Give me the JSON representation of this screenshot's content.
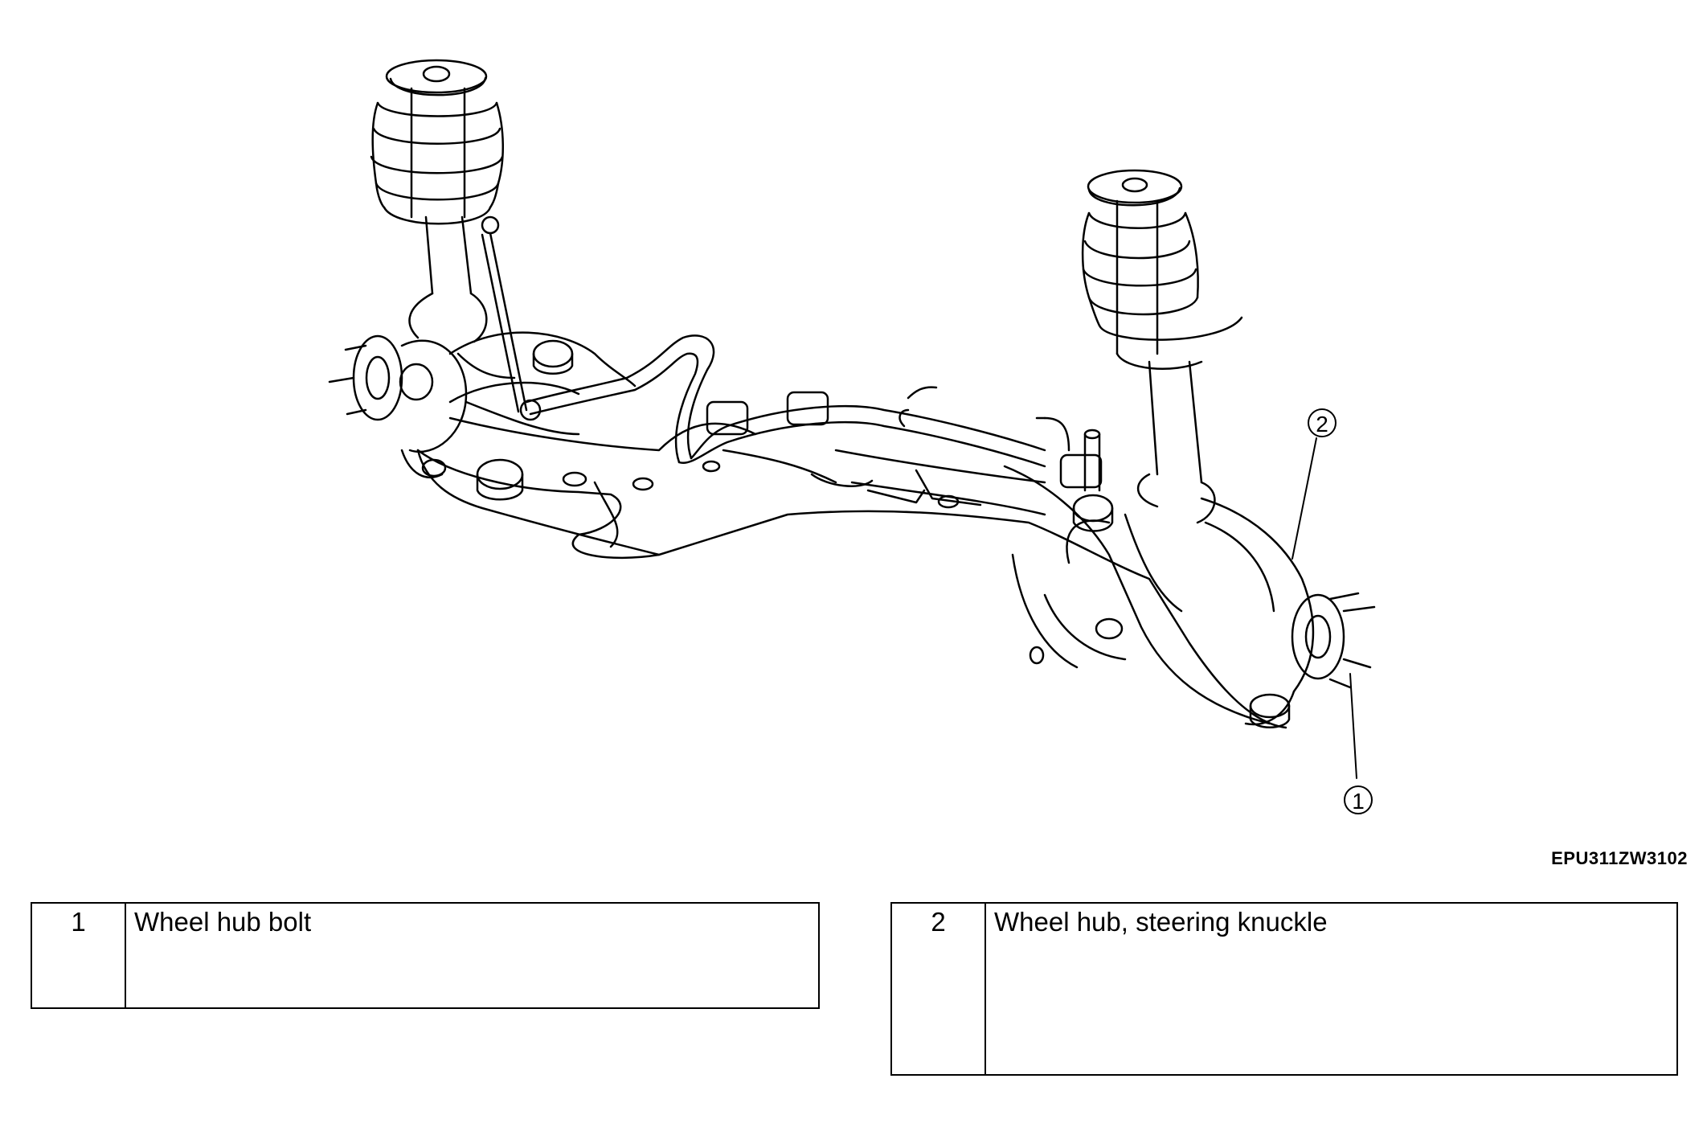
{
  "diagram": {
    "callouts": [
      {
        "number": "1"
      },
      {
        "number": "2"
      }
    ],
    "doc_code": "EPU311ZW3102"
  },
  "legend": [
    {
      "number": "1",
      "description": "Wheel hub bolt"
    },
    {
      "number": "2",
      "description": "Wheel hub, steering knuckle"
    }
  ]
}
